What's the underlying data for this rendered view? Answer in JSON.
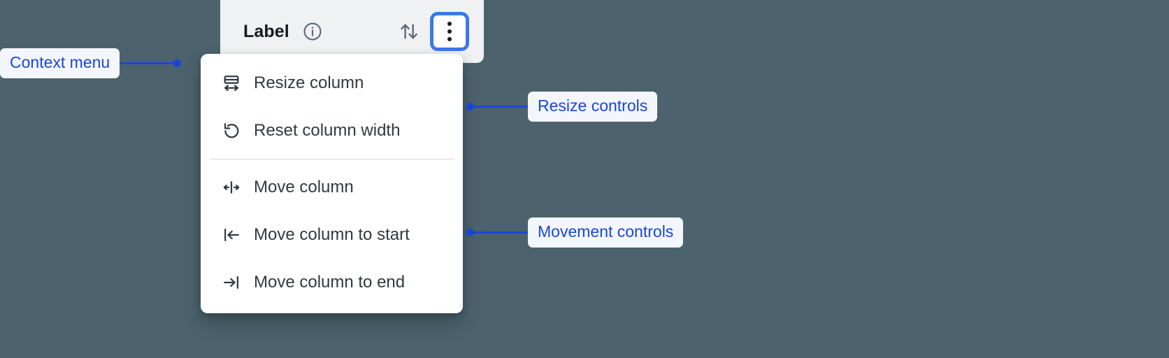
{
  "background_color": "#4c636d",
  "accent_color": "#1a46d8",
  "focus_ring_color": "#3b78e7",
  "column_header": {
    "title": "Label",
    "info_icon": "info-circle-icon",
    "sort_icon": "sort-ascending-descending-icon",
    "more_button_icon": "more-vertical-dots-icon",
    "background_color": "#eff1f3"
  },
  "context_menu": {
    "groups": [
      {
        "name": "resize",
        "items": [
          {
            "label": "Resize column",
            "icon": "resize-column-icon"
          },
          {
            "label": "Reset column width",
            "icon": "reset-rotate-ccw-icon"
          }
        ]
      },
      {
        "name": "movement",
        "items": [
          {
            "label": "Move column",
            "icon": "move-left-right-icon"
          },
          {
            "label": "Move column to start",
            "icon": "move-to-start-icon"
          },
          {
            "label": "Move column to end",
            "icon": "move-to-end-icon"
          }
        ]
      }
    ]
  },
  "annotations": [
    {
      "label": "Context menu"
    },
    {
      "label": "Resize controls"
    },
    {
      "label": "Movement controls"
    }
  ]
}
